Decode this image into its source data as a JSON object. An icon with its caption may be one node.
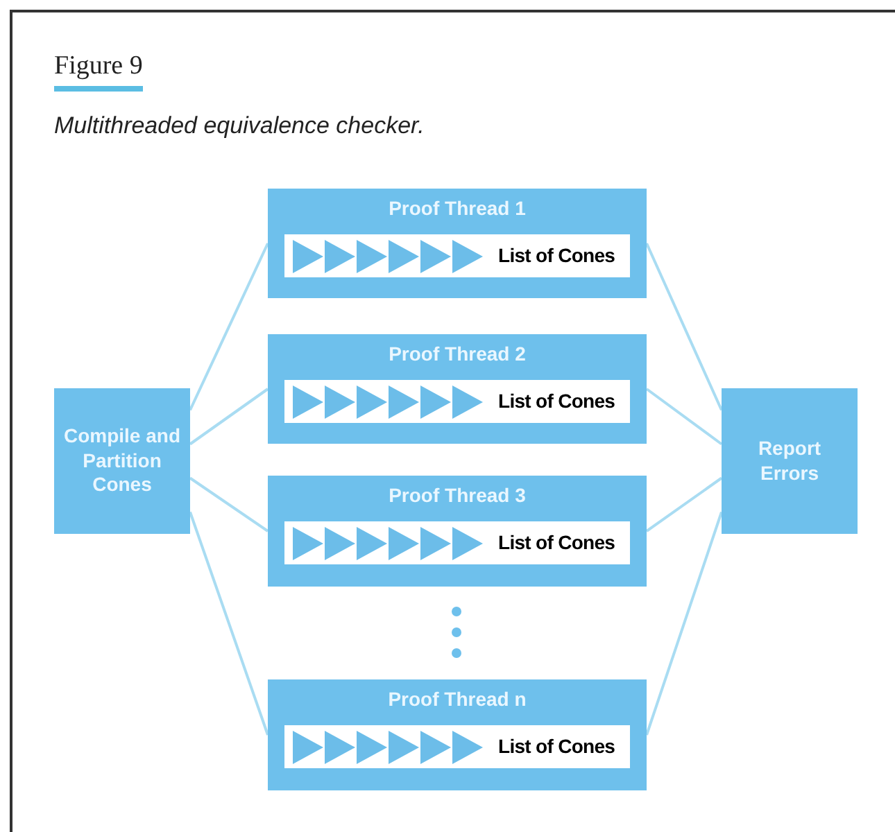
{
  "diagram": {
    "title": "Figure 9",
    "caption": "Multithreaded equivalence checker.",
    "nodes": [
      {
        "text": [
          "Compile and Partition Cones"
        ]
      },
      {
        "text": [
          "Proof Thread 1"
        ]
      },
      {
        "text": [
          "List of Cones"
        ],
        "in": 1
      },
      {
        "text": [
          "Proof Thread 2"
        ]
      },
      {
        "text": [
          "List of Cones"
        ],
        "in": 3
      },
      {
        "text": [
          "Proof Thread 3"
        ]
      },
      {
        "text": [
          "List of Cones"
        ],
        "in": 5
      },
      {
        "text": [
          "Proof Thread n"
        ]
      },
      {
        "text": [
          "List of Cones"
        ],
        "in": 7
      },
      {
        "text": [
          "Report Errors"
        ]
      }
    ],
    "edges": [
      {
        "from": 0,
        "to": 1,
        "arrow": "none"
      },
      {
        "from": 0,
        "to": 3,
        "arrow": "none"
      },
      {
        "from": 0,
        "to": 5,
        "arrow": "none"
      },
      {
        "from": 0,
        "to": 7,
        "arrow": "none"
      },
      {
        "from": 1,
        "to": 9,
        "arrow": "none"
      },
      {
        "from": 3,
        "to": 9,
        "arrow": "none"
      },
      {
        "from": 5,
        "to": 9,
        "arrow": "none"
      },
      {
        "from": 7,
        "to": 9,
        "arrow": "none"
      }
    ]
  }
}
